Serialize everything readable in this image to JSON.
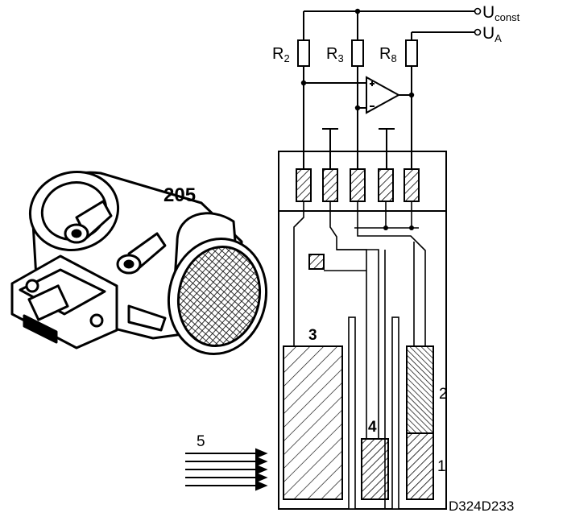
{
  "sensor_label": "205",
  "terminals": {
    "u_const_main": "U",
    "u_const_sub": "const",
    "u_a_main": "U",
    "u_a_sub": "A"
  },
  "resistors": [
    {
      "main": "R",
      "sub": "2"
    },
    {
      "main": "R",
      "sub": "3"
    },
    {
      "main": "R",
      "sub": "8"
    }
  ],
  "element_numbers": {
    "one": "1",
    "two": "2",
    "three": "3",
    "four": "4"
  },
  "airflow_label": "5",
  "figure_code": "D324D233",
  "colors": {
    "ink": "#000000",
    "background": "#ffffff"
  }
}
